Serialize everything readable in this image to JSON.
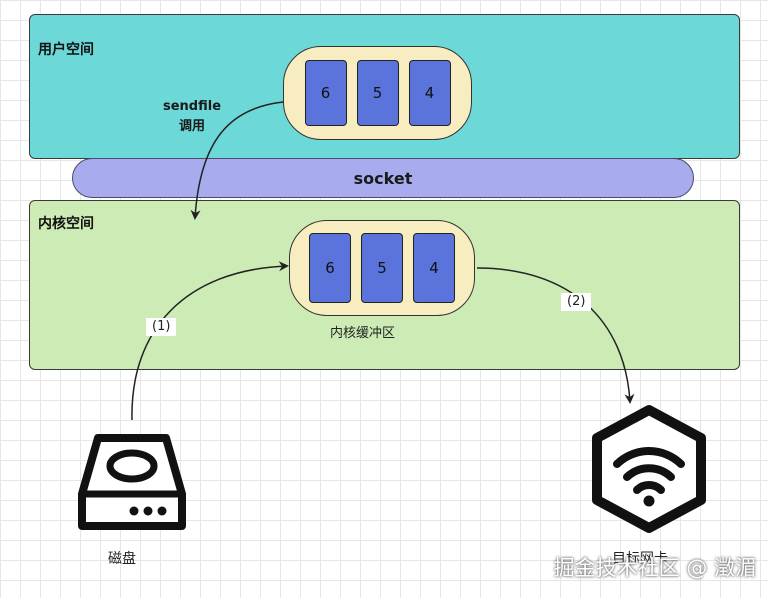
{
  "user_space": {
    "label": "用户空间"
  },
  "kernel_space": {
    "label": "内核空间"
  },
  "socket": {
    "label": "socket"
  },
  "user_buffer": {
    "blocks": [
      "6",
      "5",
      "4"
    ]
  },
  "kernel_buffer": {
    "blocks": [
      "6",
      "5",
      "4"
    ],
    "label": "内核缓冲区"
  },
  "sendfile_call": {
    "line1": "sendfile",
    "line2": "调用"
  },
  "arrows": {
    "disk_to_kernel": "(1)",
    "kernel_to_nic": "(2)"
  },
  "disk": {
    "label": "磁盘",
    "icon": "hard-disk-icon"
  },
  "nic": {
    "label": "目标网卡",
    "icon": "wifi-hexagon-icon"
  },
  "watermark": {
    "text": "掘金技术社区 @ 澂湄"
  },
  "colors": {
    "user_space": "#6dd8d8",
    "kernel_space": "#cdebb5",
    "socket": "#a8acee",
    "buffer": "#f7edc0",
    "block": "#5b74dc"
  }
}
